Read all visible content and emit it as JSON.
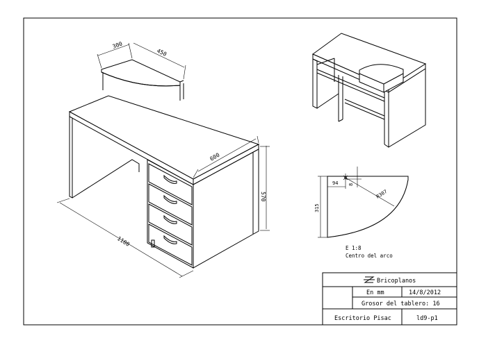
{
  "dimensions": {
    "top_depth": "300",
    "top_width": "450",
    "desk_depth": "600",
    "desk_height": "570",
    "desk_length": "1100",
    "detail_offset_x": "94",
    "detail_offset_y": "8",
    "detail_height": "315",
    "detail_radius": "R307"
  },
  "detail_notes": {
    "scale": "E 1:8",
    "center_note": "Centro del arco"
  },
  "title_block": {
    "brand": "Bricoplanos",
    "units": "En mm",
    "date": "14/8/2012",
    "thickness": "Grosor del tablero: 16",
    "name": "Escritorio Pisac",
    "code": "ld9-p1"
  }
}
